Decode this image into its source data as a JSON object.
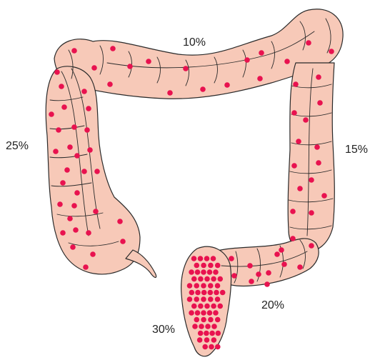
{
  "colors": {
    "tissue_fill": "#f7c9b8",
    "outline": "#2a2a2a",
    "polyp": "#e8124f",
    "background": "#ffffff"
  },
  "segments": {
    "transverse": {
      "label": "10%"
    },
    "ascending": {
      "label": "25%"
    },
    "descending": {
      "label": "15%"
    },
    "sigmoid": {
      "label": "20%"
    },
    "rectum": {
      "label": "30%"
    }
  }
}
